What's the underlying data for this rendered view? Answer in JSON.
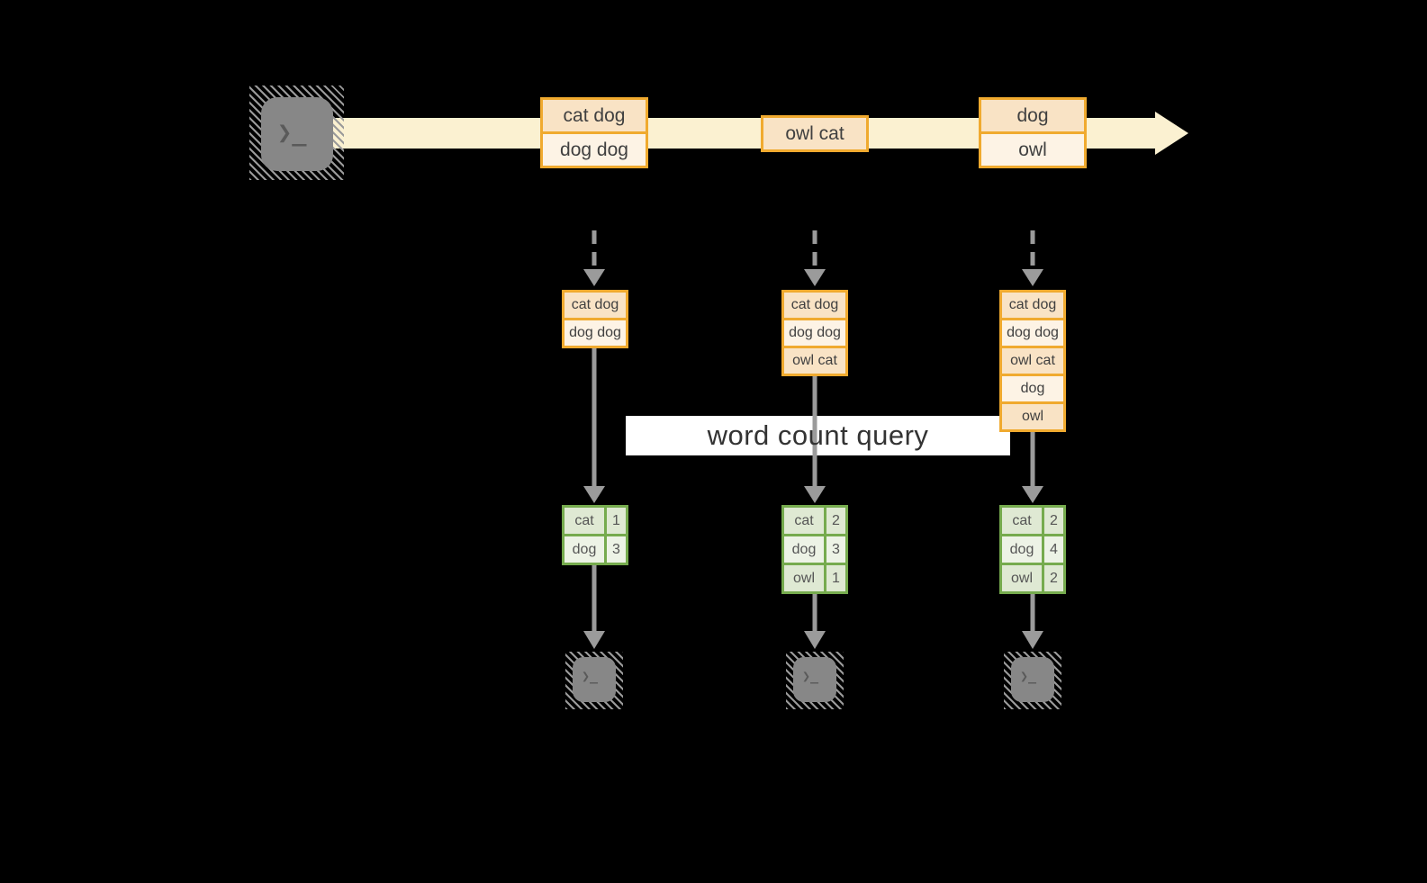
{
  "colors": {
    "background": "#000000",
    "stream_band": "#FBF1D1",
    "orange_border": "#F0AA2F",
    "peach_dark": "#F9E3C5",
    "peach_light": "#FDF3E5",
    "green_border": "#76AB4E",
    "sage_dark": "#DFE9D3",
    "sage_light": "#EDF3E6",
    "arrow_gray": "#9B9B9B",
    "terminal_gray": "#878787",
    "terminal_glyph": "#5A5A5A",
    "text_dark": "#404040",
    "label_text": "#333333",
    "label_bg": "#FFFFFF"
  },
  "icons": {
    "terminal_prompt": "❯_"
  },
  "query_label": "word count query",
  "stream": {
    "events": [
      {
        "lines": [
          "cat dog",
          "dog dog"
        ]
      },
      {
        "lines": [
          "owl cat"
        ]
      },
      {
        "lines": [
          "dog",
          "owl"
        ]
      }
    ]
  },
  "columns": [
    {
      "buffer": [
        "cat dog",
        "dog dog"
      ],
      "counts": [
        {
          "word": "cat",
          "count": "1"
        },
        {
          "word": "dog",
          "count": "3"
        }
      ]
    },
    {
      "buffer": [
        "cat dog",
        "dog dog",
        "owl cat"
      ],
      "counts": [
        {
          "word": "cat",
          "count": "2"
        },
        {
          "word": "dog",
          "count": "3"
        },
        {
          "word": "owl",
          "count": "1"
        }
      ]
    },
    {
      "buffer": [
        "cat dog",
        "dog dog",
        "owl cat",
        "dog",
        "owl"
      ],
      "counts": [
        {
          "word": "cat",
          "count": "2"
        },
        {
          "word": "dog",
          "count": "4"
        },
        {
          "word": "owl",
          "count": "2"
        }
      ]
    }
  ]
}
